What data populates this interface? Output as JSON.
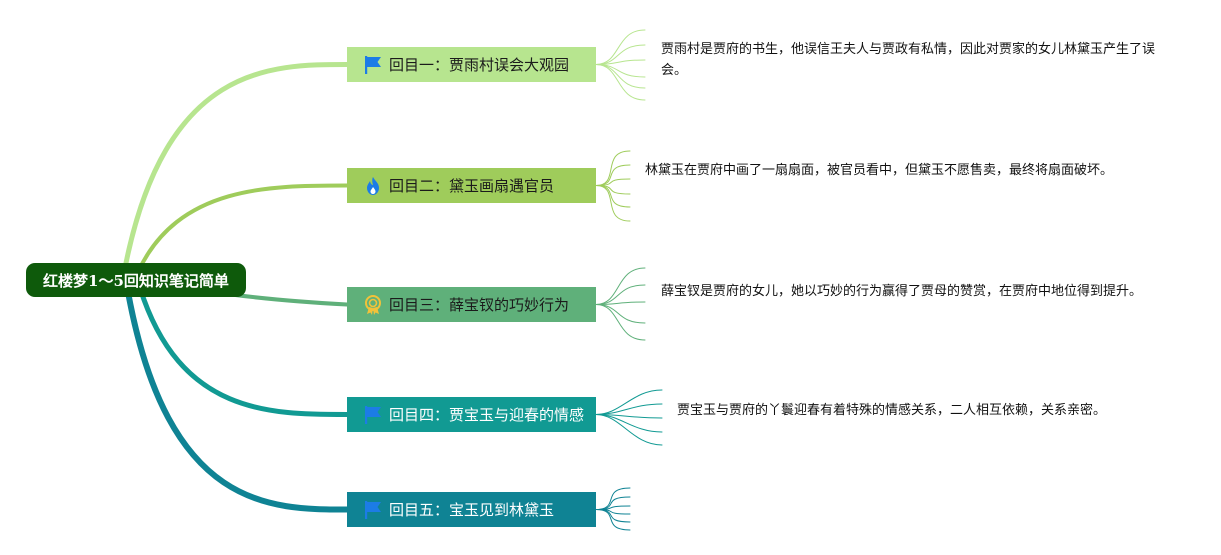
{
  "root": {
    "label": "红楼梦1～5回知识笔记简单"
  },
  "branches": [
    {
      "label": "回目一：贾雨村误会大观园",
      "icon": "flag-icon",
      "color": "#b7e58f",
      "text_color": "#1b1b1b",
      "icon_color": "#1c7ce6",
      "note": "贾雨村是贾府的书生，他误信王夫人与贾政有私情，因此对贾家的女儿林黛玉产生了误会。"
    },
    {
      "label": "回目二：黛玉画扇遇官员",
      "icon": "flame-icon",
      "color": "#9fcc5b",
      "text_color": "#1b1b1b",
      "icon_color": "#1c7ce6",
      "note": "林黛玉在贾府中画了一扇扇面，被官员看中，但黛玉不愿售卖，最终将扇面破坏。"
    },
    {
      "label": "回目三：薛宝钗的巧妙行为",
      "icon": "award-icon",
      "color": "#5fb07a",
      "text_color": "#1b1b1b",
      "icon_color": "#f2c23a",
      "note": "薛宝钗是贾府的女儿，她以巧妙的行为赢得了贾母的赞赏，在贾府中地位得到提升。"
    },
    {
      "label": "回目四：贾宝玉与迎春的情感",
      "icon": "flag-icon",
      "color": "#119a93",
      "text_color": "#ffffff",
      "icon_color": "#1c7ce6",
      "note": "贾宝玉与贾府的丫鬟迎春有着特殊的情感关系，二人相互依赖，关系亲密。"
    },
    {
      "label": "回目五：宝玉见到林黛玉",
      "icon": "flag-icon",
      "color": "#0f8394",
      "text_color": "#ffffff",
      "icon_color": "#1c7ce6",
      "note": ""
    }
  ]
}
